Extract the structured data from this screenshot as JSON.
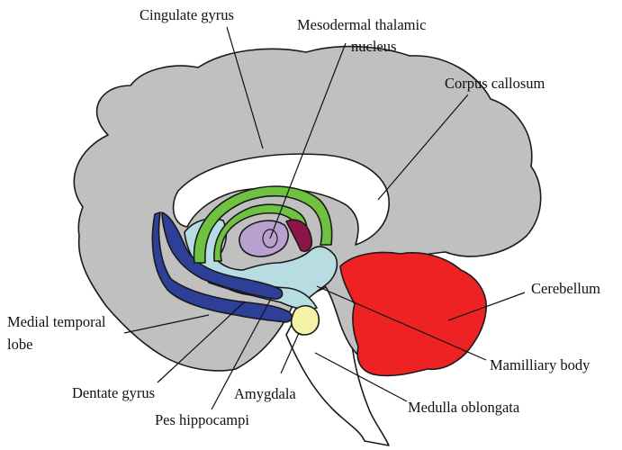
{
  "labels": {
    "cingulate_gyrus": "Cingulate gyrus",
    "mesodermal_line1": "Mesodermal thalamic",
    "mesodermal_line2": "nucleus",
    "corpus_callosum": "Corpus callosum",
    "cerebellum": "Cerebellum",
    "medial_temporal_line1": "Medial temporal",
    "medial_temporal_line2": "lobe",
    "mamilliary_body": "Mamilliary body",
    "dentate_gyrus": "Dentate gyrus",
    "amygdala": "Amygdala",
    "medulla_oblongata": "Medulla oblongata",
    "pes_hippocampi": "Pes hippocampi"
  },
  "colors": {
    "cortex": "#c0c0c0",
    "white_matter": "#ffffff",
    "limbic_green": "#6fc23f",
    "thalamus_purple": "#b9a0cf",
    "mamillary_maroon": "#8c1446",
    "light_blue": "#b7dde3",
    "dark_blue": "#2d3f96",
    "amygdala_yellow": "#f4f2a6",
    "cerebellum_red": "#ee2222",
    "outline": "#1a1a1a"
  }
}
